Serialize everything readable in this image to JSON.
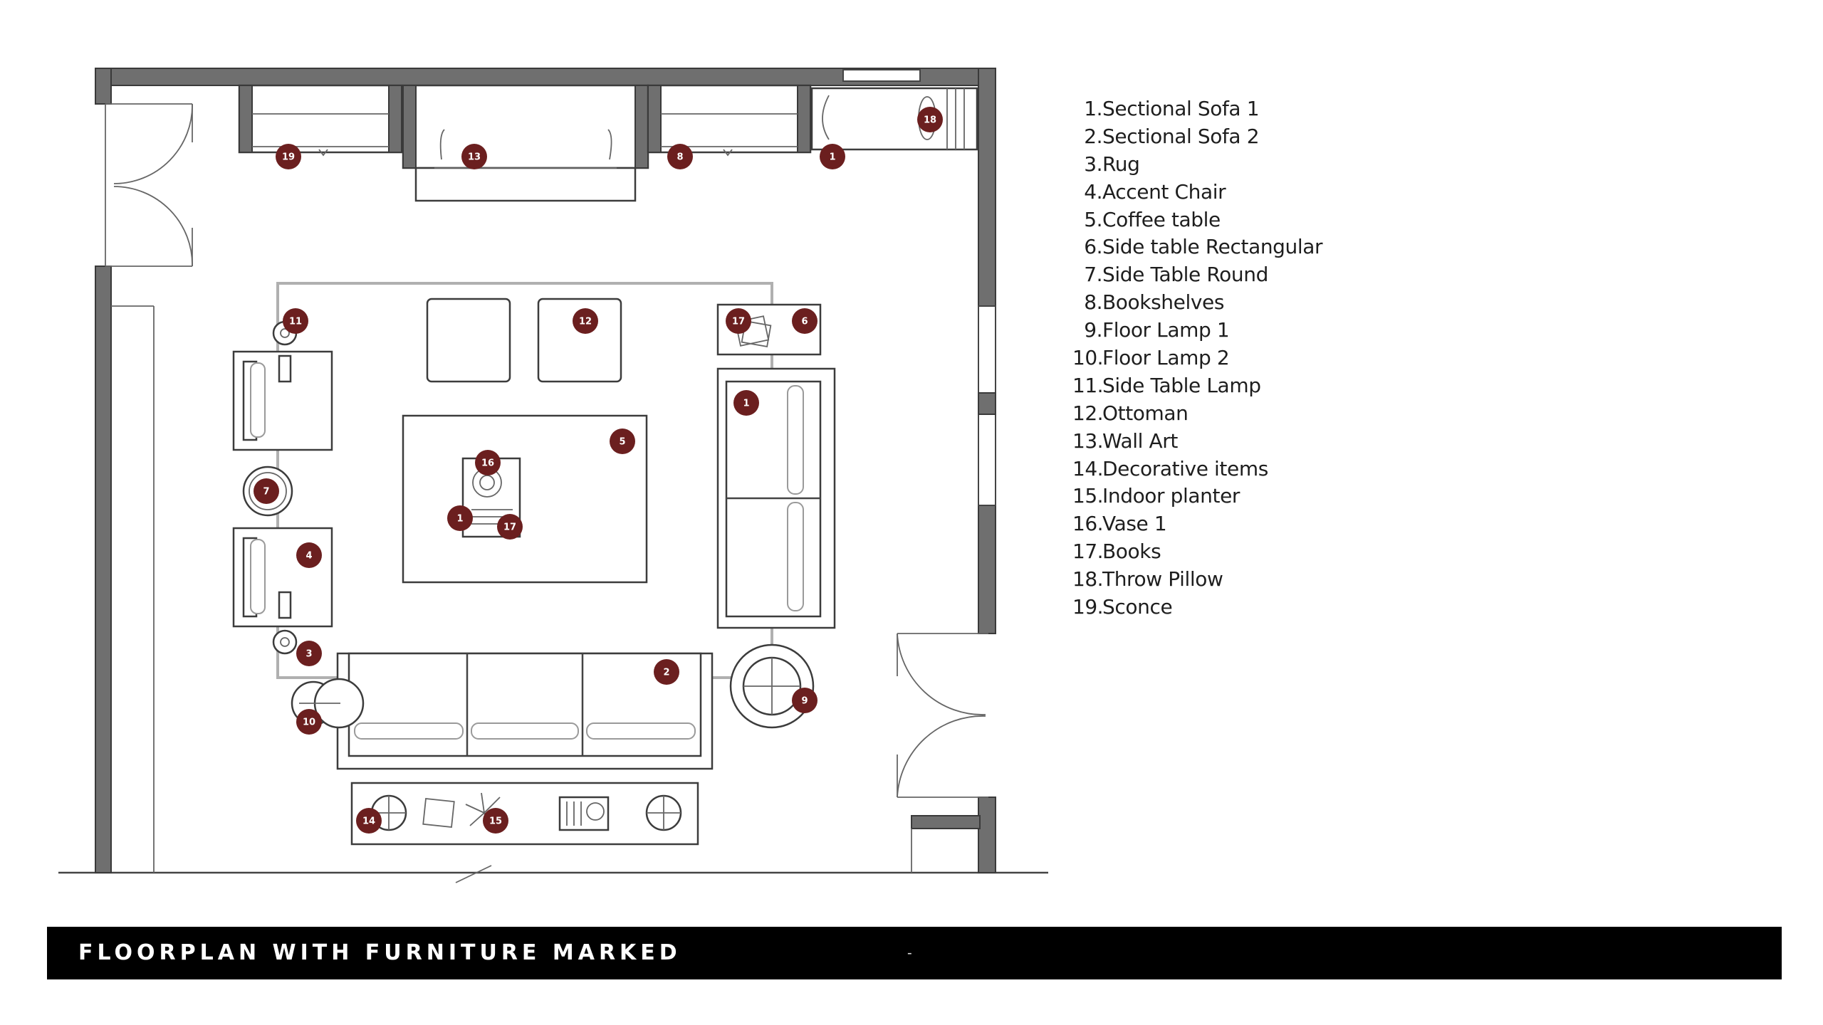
{
  "colors": {
    "marker": "#6b1f1f",
    "wall": "#6f6f6f",
    "footer_bg": "#000000",
    "footer_text": "#ffffff"
  },
  "floorplan": {
    "markers": [
      "19",
      "13",
      "8",
      "1",
      "18",
      "11",
      "12",
      "17",
      "6",
      "1",
      "5",
      "16",
      "7",
      "1",
      "17",
      "4",
      "3",
      "2",
      "9",
      "10",
      "14",
      "15"
    ]
  },
  "legend": {
    "items": [
      {
        "num": "1.",
        "label": "Sectional Sofa 1"
      },
      {
        "num": "2.",
        "label": "Sectional Sofa 2"
      },
      {
        "num": "3.",
        "label": "Rug"
      },
      {
        "num": "4.",
        "label": "Accent Chair"
      },
      {
        "num": "5.",
        "label": "Coffee table"
      },
      {
        "num": "6.",
        "label": "Side table Rectangular"
      },
      {
        "num": "7.",
        "label": "Side Table Round"
      },
      {
        "num": "8.",
        "label": "Bookshelves"
      },
      {
        "num": "9.",
        "label": "Floor Lamp 1"
      },
      {
        "num": "10.",
        "label": "Floor Lamp 2"
      },
      {
        "num": "11.",
        "label": "Side Table Lamp"
      },
      {
        "num": "12.",
        "label": "Ottoman"
      },
      {
        "num": "13.",
        "label": "Wall Art"
      },
      {
        "num": "14.",
        "label": "Decorative items"
      },
      {
        "num": "15.",
        "label": "Indoor planter"
      },
      {
        "num": "16.",
        "label": "Vase 1"
      },
      {
        "num": "17.",
        "label": "Books"
      },
      {
        "num": "18.",
        "label": "Throw Pillow"
      },
      {
        "num": "19.",
        "label": "Sconce"
      }
    ]
  },
  "footer": {
    "title": "FLOORPLAN WITH FURNITURE MARKED",
    "separator": "-"
  }
}
